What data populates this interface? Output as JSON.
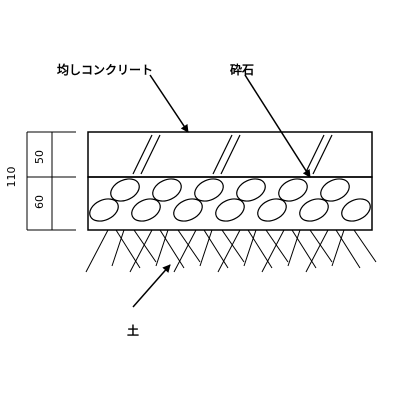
{
  "labels": {
    "concrete": "均しコンクリート",
    "gravel": "砕石",
    "soil": "土"
  },
  "dimensions": {
    "total": "110",
    "top_layer": "50",
    "bottom_layer": "60"
  },
  "colors": {
    "line": "#000000",
    "background": "#ffffff"
  }
}
